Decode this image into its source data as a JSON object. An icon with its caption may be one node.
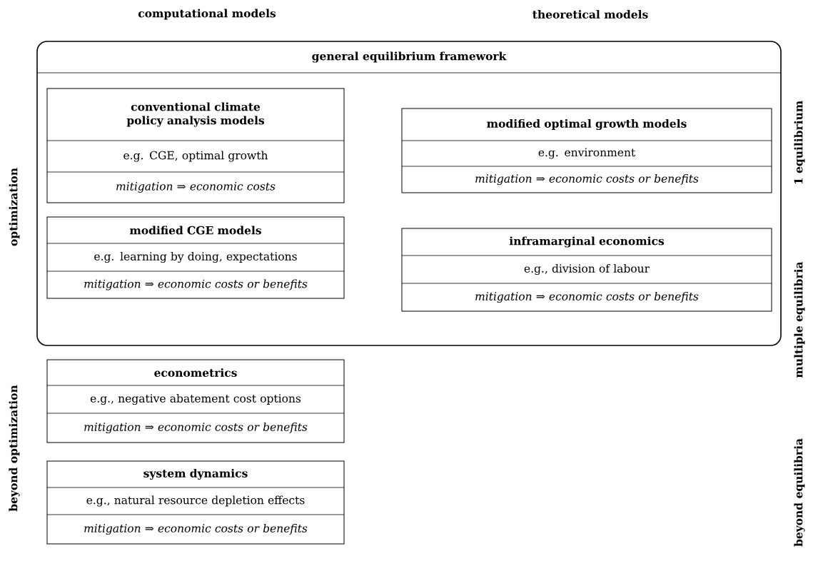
{
  "diagram": {
    "nodes": [
      {
        "text": [
          "general equilibrium framework"
        ]
      },
      {
        "text": [
          "conventional climate policy analysis models",
          "e.g. CGE, optimal growth",
          "mitigation ⇒ economic costs"
        ],
        "in": 0
      },
      {
        "text": [
          "modified optimal growth models",
          "e.g. environment",
          "mitigation ⇒ economic costs or benefits"
        ],
        "in": 0
      },
      {
        "text": [
          "modified CGE models",
          "e.g. learning by doing, expectations",
          "mitigation ⇒ economic costs or benefits"
        ],
        "in": 0
      },
      {
        "text": [
          "inframarginal economics",
          "e.g., division of labour",
          "mitigation ⇒ economic costs or benefits"
        ],
        "in": 0
      },
      {
        "text": [
          "econometrics",
          "e.g., negative abatement cost options",
          "mitigation ⇒ economic costs or benefits"
        ]
      },
      {
        "text": [
          "system dynamics",
          "e.g., natural resource depletion effects",
          "mitigation ⇒ economic costs or benefits"
        ]
      }
    ],
    "labels": [
      "computational models",
      "theoretical models",
      "optimization",
      "beyond optimization",
      "1 equilibrium",
      "multiple equilibria",
      "beyond equilibria"
    ]
  }
}
